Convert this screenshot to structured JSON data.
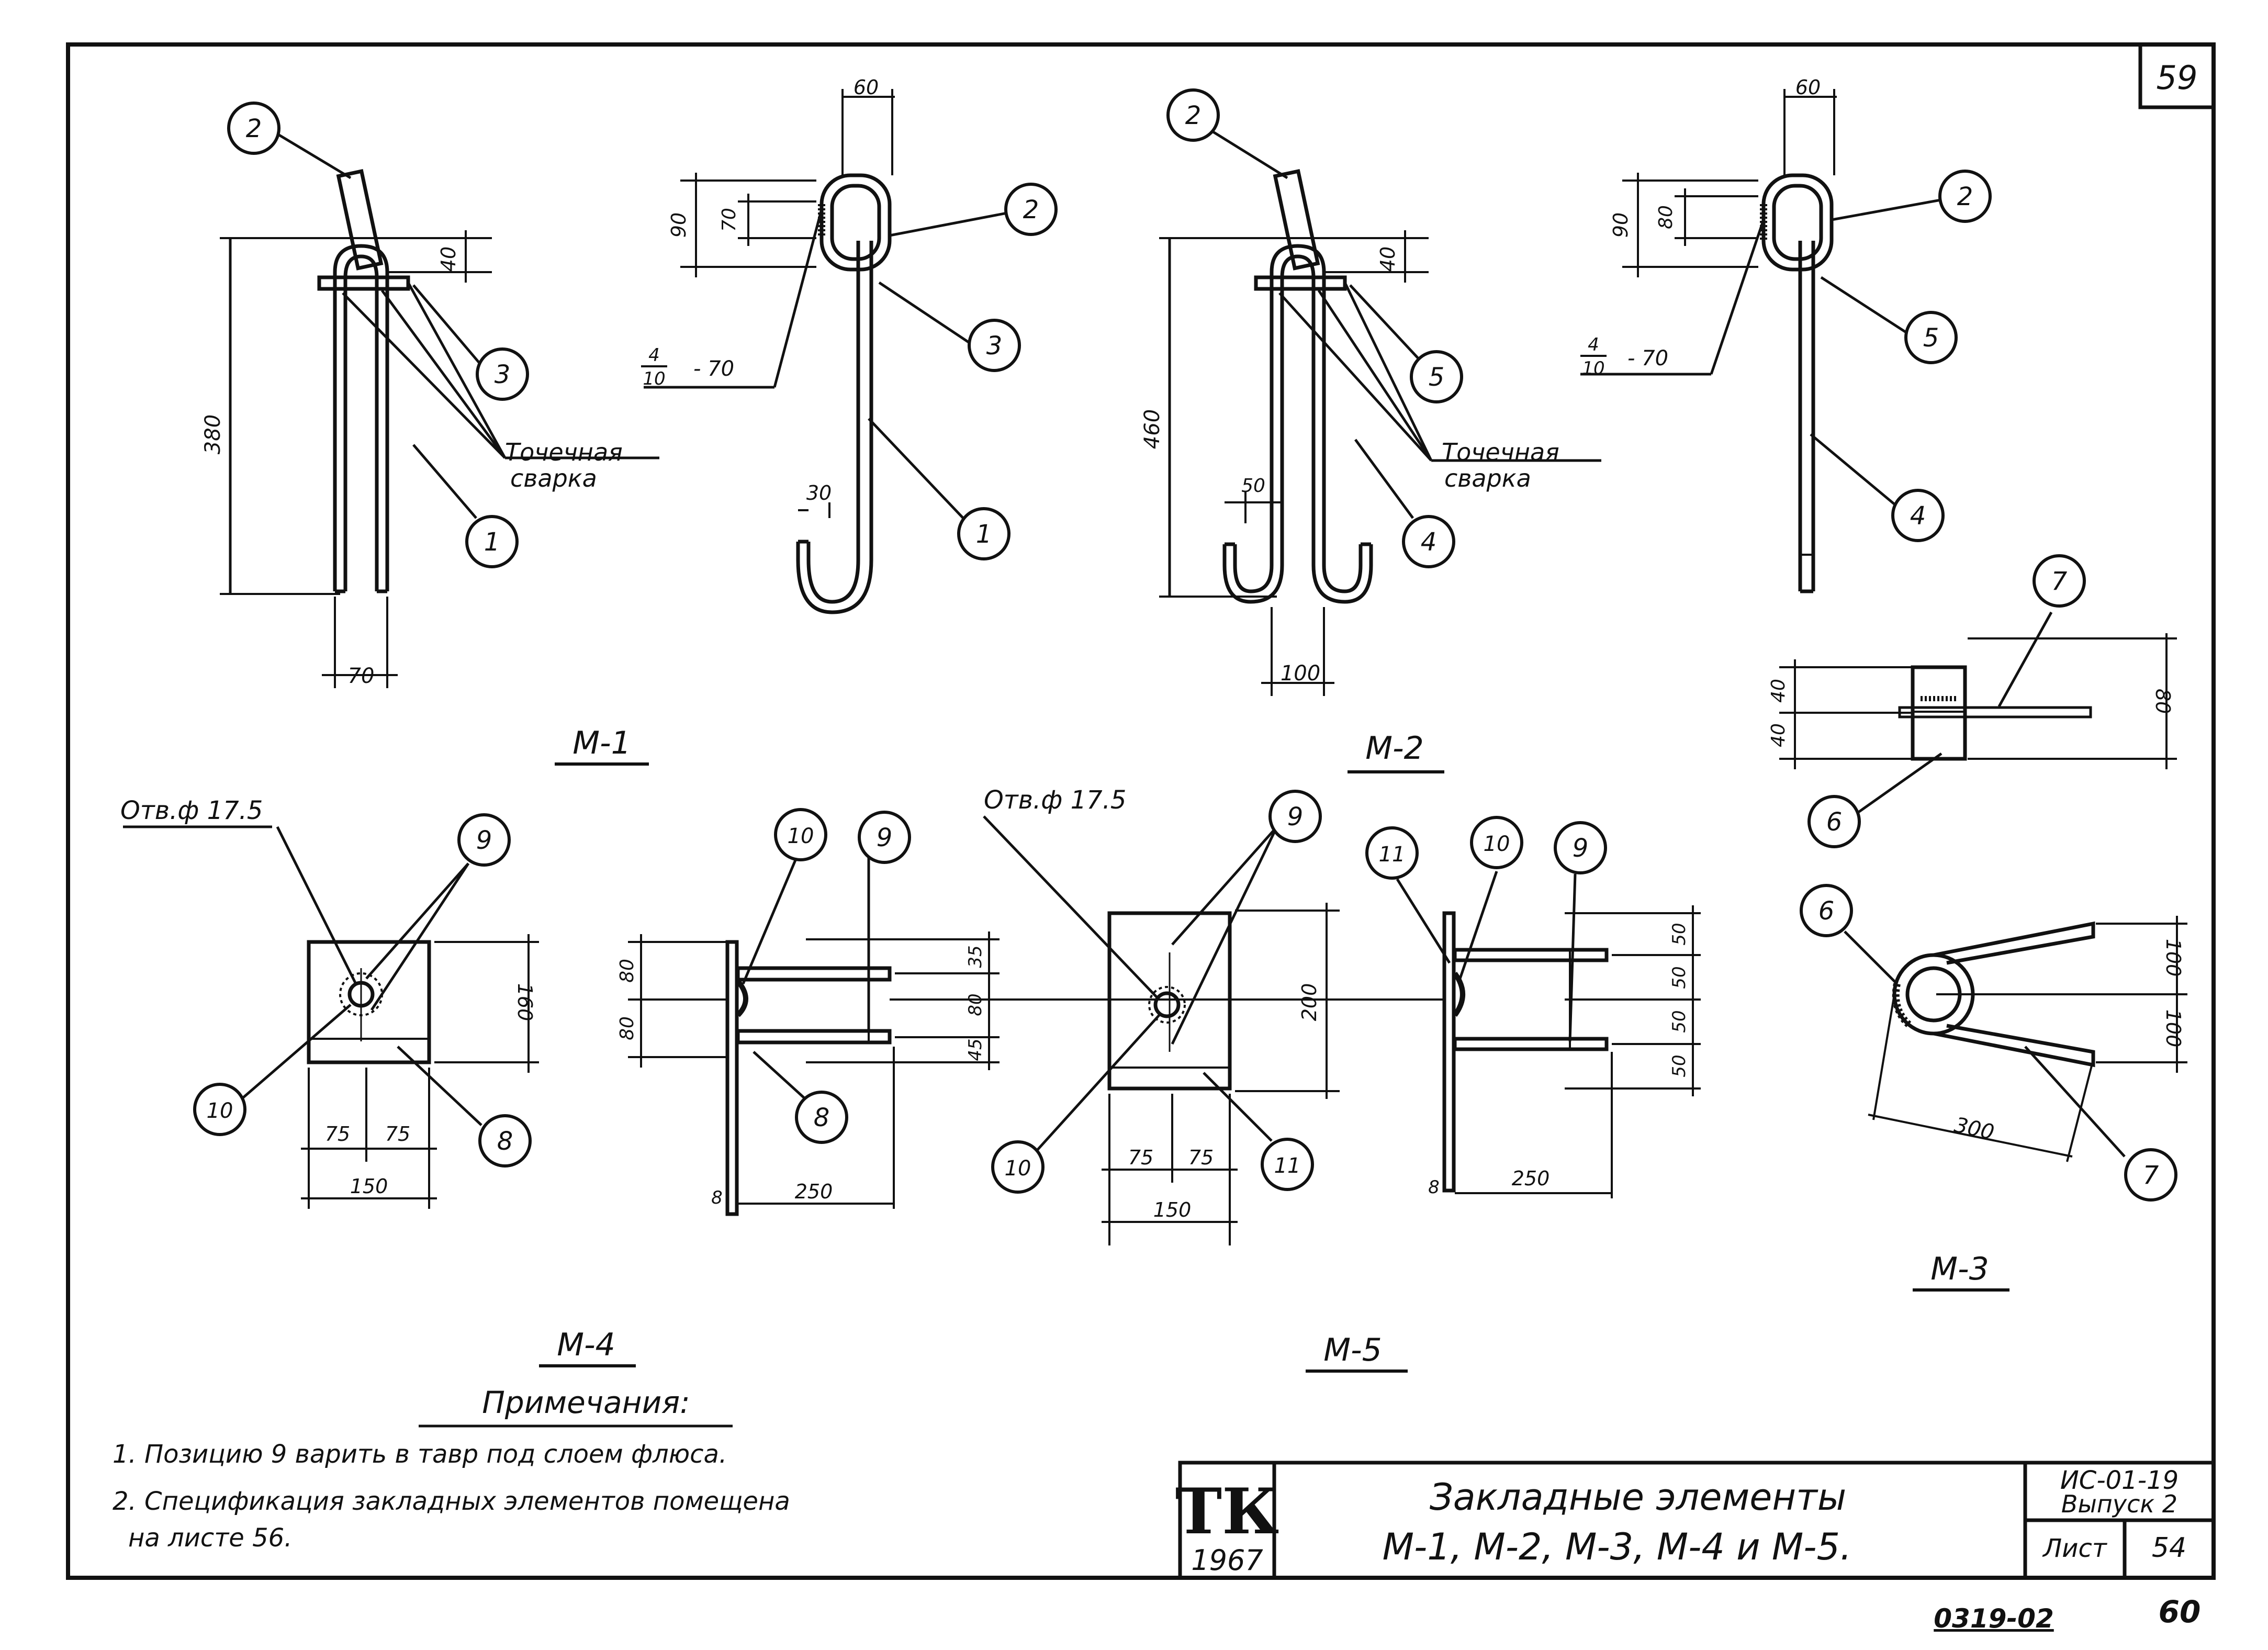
{
  "sheet": {
    "corner_number": "59",
    "footer_code": "0319-02",
    "footer_page": "60"
  },
  "titles": {
    "m1": "М-1",
    "m2": "М-2",
    "m3": "М-3",
    "m4": "М-4",
    "m5": "М-5"
  },
  "callouts": [
    "1",
    "2",
    "3",
    "4",
    "5",
    "6",
    "7",
    "8",
    "9",
    "10",
    "11"
  ],
  "labels": {
    "spot_weld_line1": "Точечная",
    "spot_weld_line2": "сварка",
    "hole_m4": "Отв.ф 17.5",
    "hole_m5": "Отв.ф 17.5",
    "weld_symbol_m1_num": "4",
    "weld_symbol_m1_den": "10",
    "weld_symbol_m1_len": "- 70",
    "weld_symbol_m2_num": "4",
    "weld_symbol_m2_den": "10",
    "weld_symbol_m2_len": "- 70"
  },
  "dimensions": {
    "m1": {
      "width_top": "60",
      "h90": "90",
      "h70": "70",
      "h40": "40",
      "h380": "380",
      "w70": "70",
      "hook30": "30"
    },
    "m2": {
      "width_top": "60",
      "h90": "90",
      "h80": "80",
      "h40": "40",
      "h460": "460",
      "w100": "100",
      "hook50": "50"
    },
    "m3": {
      "h40a": "40",
      "h40b": "40",
      "h80": "80",
      "h100a": "100",
      "h100b": "100",
      "len300": "300"
    },
    "m4": {
      "h160": "160",
      "w75a": "75",
      "w75b": "75",
      "w150": "150",
      "s80a": "80",
      "s80b": "80",
      "s35": "35",
      "s80c": "80",
      "s45": "45",
      "t8": "8",
      "l250": "250"
    },
    "m5": {
      "h200": "200",
      "w75a": "75",
      "w75b": "75",
      "w150": "150",
      "s50a": "50",
      "s50b": "50",
      "s50c": "50",
      "s50d": "50",
      "t8": "8",
      "l250": "250"
    }
  },
  "notes": {
    "heading": "Примечания:",
    "items": [
      "1. Позицию 9 варить в тавр под слоем флюса.",
      "2. Спецификация закладных элементов помещена",
      "на листе 56."
    ]
  },
  "title_block": {
    "logo_letters": "ТК",
    "logo_year": "1967",
    "title_line1": "Закладные элементы",
    "title_line2": "М-1, М-2, М-3, М-4 и М-5.",
    "series_line1": "ИС-01-19",
    "series_line2": "Выпуск 2",
    "sheet_label": "Лист",
    "sheet_number": "54"
  }
}
